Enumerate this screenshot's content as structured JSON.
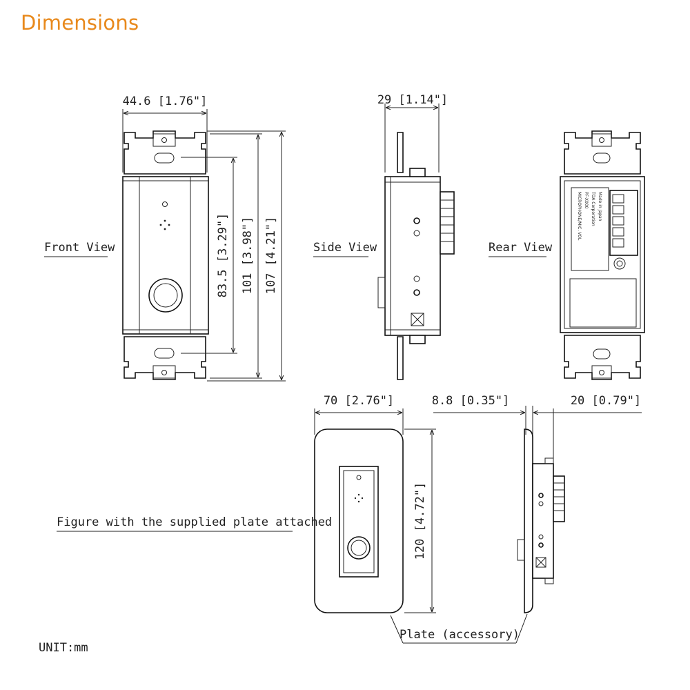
{
  "title": "Dimensions",
  "views": {
    "front": "Front View",
    "side": "Side View",
    "rear": "Rear View",
    "plate_figure": "Figure with the supplied plate attached"
  },
  "dimensions": {
    "front_width": "44.6 [1.76\"]",
    "side_depth": "29 [1.14\"]",
    "mount_pitch": "83.5 [3.29\"]",
    "body_height": "101 [3.98\"]",
    "overall_height": "107 [4.21\"]",
    "plate_width": "70 [2.76\"]",
    "plate_thickness": "8.8 [0.35\"]",
    "rear_depth": "20 [0.79\"]",
    "plate_height": "120 [4.72\"]"
  },
  "callout": "Plate (accessory)",
  "unit": "UNIT:mm",
  "rear_label": {
    "model": "MICROPHONE/MIC. VOL",
    "code": "PF-X000",
    "serial": "TOA Corporation",
    "country": "Made in Japan"
  }
}
